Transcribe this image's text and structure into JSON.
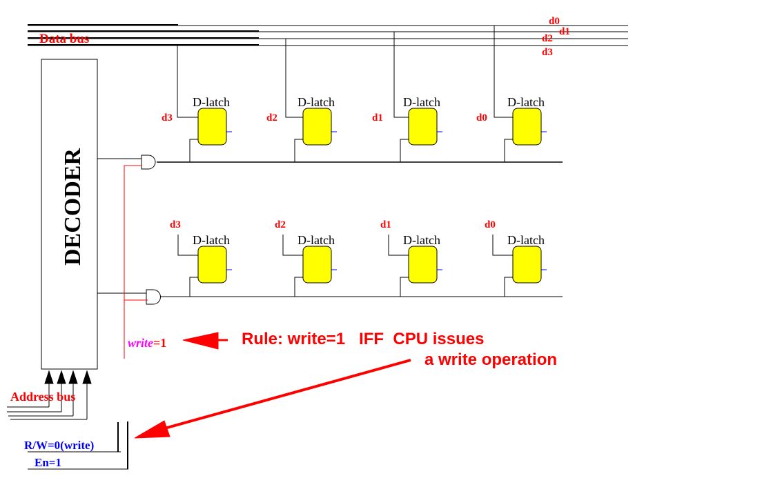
{
  "data_bus": {
    "label": "Data bus",
    "lines": [
      "d0",
      "d1",
      "d2",
      "d3"
    ]
  },
  "decoder": {
    "label": "DECODER"
  },
  "latch_label": "D-latch",
  "row1_inputs": [
    "d3",
    "d2",
    "d1",
    "d0"
  ],
  "row2_inputs": [
    "d3",
    "d2",
    "d1",
    "d0"
  ],
  "write_signal": {
    "name": "write",
    "value": "=1"
  },
  "rule": {
    "line1": "Rule: write=1   IFF  CPU issues",
    "line2": "a write operation"
  },
  "address_bus": {
    "label": "Address bus"
  },
  "control": {
    "rw": "R/W=0(write)",
    "en": "En=1"
  },
  "colors": {
    "label": "#ff0000",
    "latch": "#ffff00",
    "control": "#0000ff",
    "write": "#ff00ff"
  }
}
